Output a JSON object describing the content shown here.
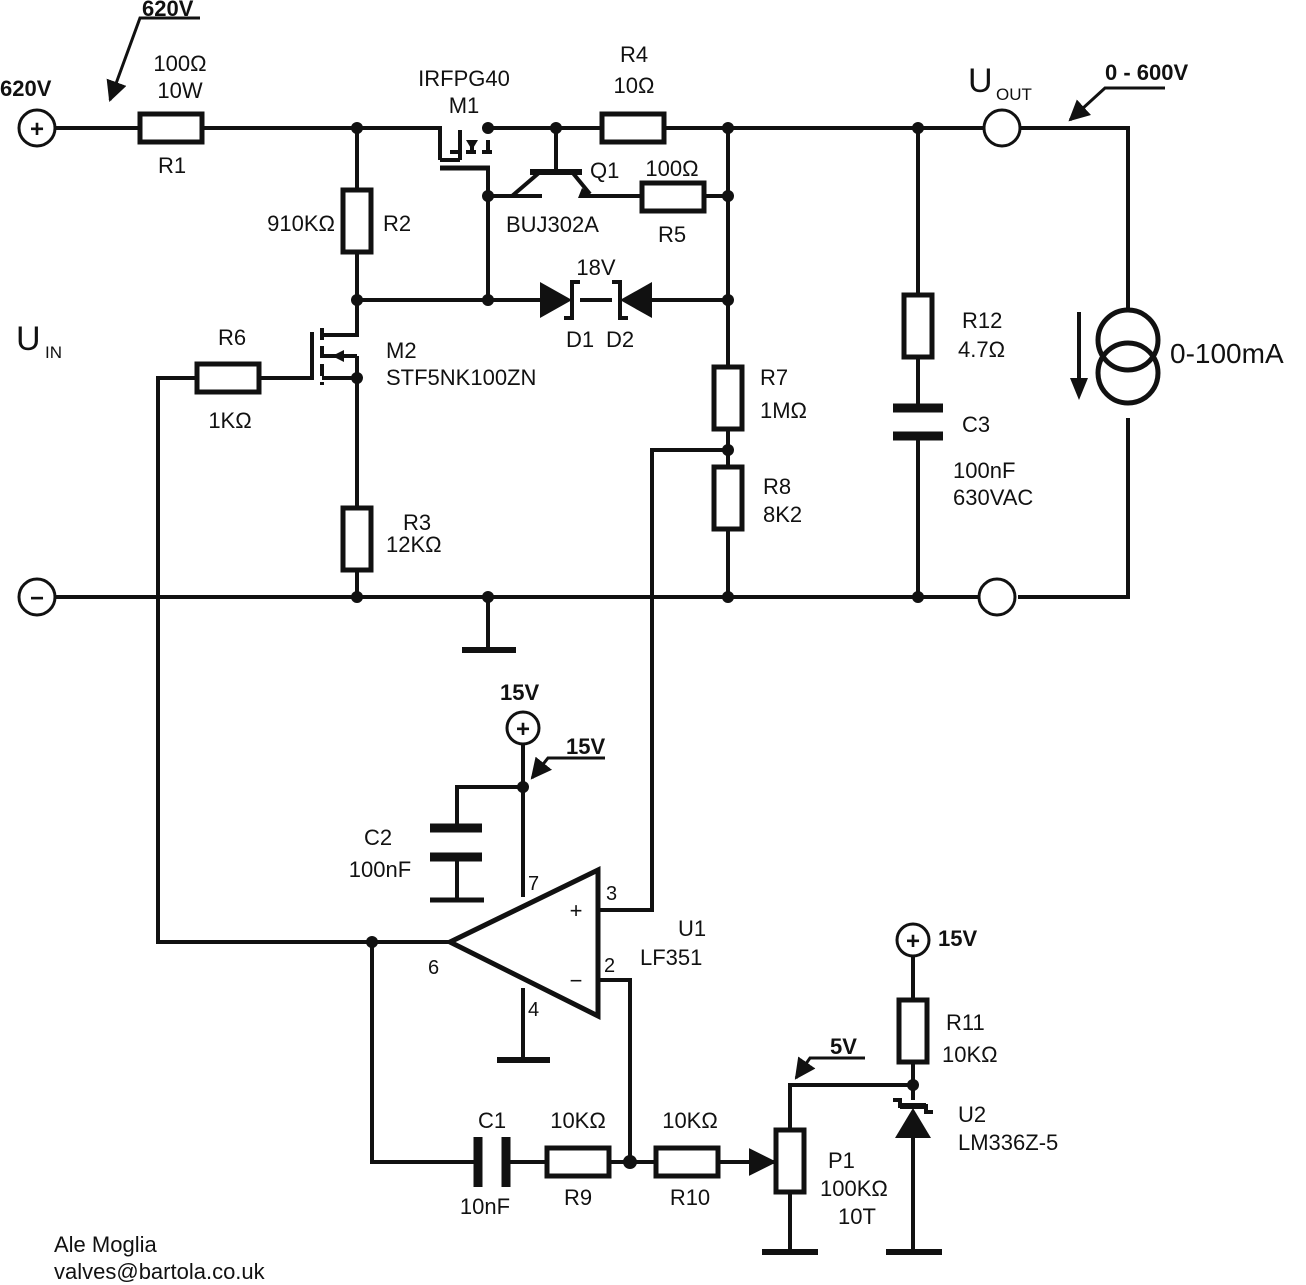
{
  "terminals": {
    "in_pos": {
      "label": "620V",
      "symbol": "+"
    },
    "in_neg": {
      "symbol": "−"
    },
    "uin": {
      "main": "U",
      "sub": "IN"
    },
    "uout": {
      "main": "U",
      "sub": "OUT"
    },
    "vplus_op": {
      "label": "15V",
      "symbol": "+"
    },
    "vplus_ref": {
      "label": "15V",
      "symbol": "+"
    }
  },
  "nets": {
    "input_net": "620V",
    "output_net": "0 - 600V",
    "supply_net": "15V",
    "ref_net": "5V"
  },
  "components": {
    "R1": {
      "ref": "R1",
      "value": "100Ω",
      "rating": "10W"
    },
    "R2": {
      "ref": "R2",
      "value": "910KΩ"
    },
    "R3": {
      "ref": "R3",
      "value": "12KΩ"
    },
    "R4": {
      "ref": "R4",
      "value": "10Ω"
    },
    "R5": {
      "ref": "R5",
      "value": "100Ω"
    },
    "R6": {
      "ref": "R6",
      "value": "1KΩ"
    },
    "R7": {
      "ref": "R7",
      "value": "1MΩ"
    },
    "R8": {
      "ref": "R8",
      "value": "8K2"
    },
    "R9": {
      "ref": "R9",
      "value": "10KΩ"
    },
    "R10": {
      "ref": "R10",
      "value": "10KΩ"
    },
    "R11": {
      "ref": "R11",
      "value": "10KΩ"
    },
    "R12": {
      "ref": "R12",
      "value": "4.7Ω"
    },
    "C1": {
      "ref": "C1",
      "value": "10nF"
    },
    "C2": {
      "ref": "C2",
      "value": "100nF"
    },
    "C3": {
      "ref": "C3",
      "value": "100nF",
      "rating": "630VAC"
    },
    "M1": {
      "ref": "M1",
      "part": "IRFPG40"
    },
    "M2": {
      "ref": "M2",
      "part": "STF5NK100ZN"
    },
    "Q1": {
      "ref": "Q1",
      "part": "BUJ302A"
    },
    "D1": {
      "ref": "D1"
    },
    "D2": {
      "ref": "D2"
    },
    "D12_value": "18V",
    "U1": {
      "ref": "U1",
      "part": "LF351",
      "pin_plus": "+",
      "pin_minus": "−",
      "pin3": "3",
      "pin2": "2",
      "pin7": "7",
      "pin4": "4",
      "pin6": "6"
    },
    "U2": {
      "ref": "U2",
      "part": "LM336Z-5"
    },
    "P1": {
      "ref": "P1",
      "value": "100KΩ",
      "turns": "10T"
    },
    "load": {
      "value": "0-100mA"
    }
  },
  "author": {
    "name": "Ale Moglia",
    "email": "valves@bartola.co.uk"
  }
}
